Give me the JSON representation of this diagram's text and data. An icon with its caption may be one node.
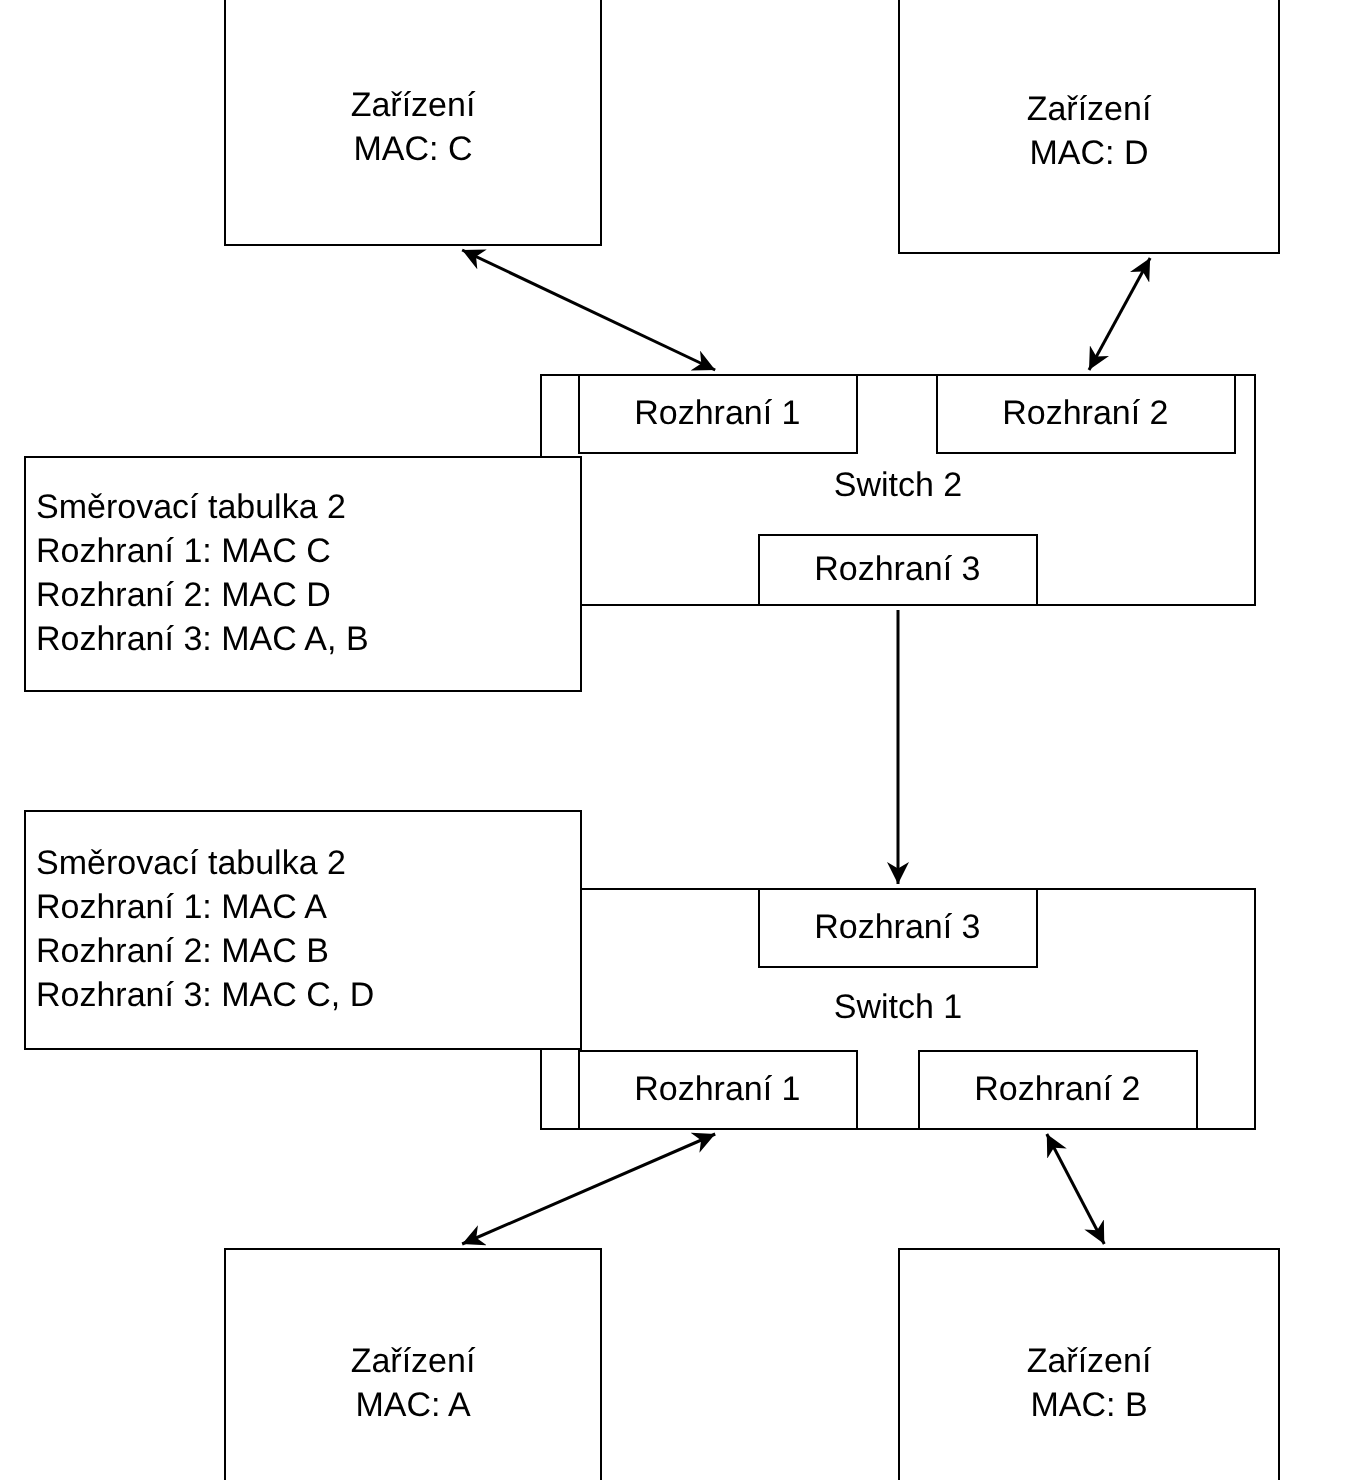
{
  "diagram": {
    "nodes": [
      {
        "text": [
          "Zařízení",
          "MAC: C"
        ]
      },
      {
        "text": [
          "Zařízení",
          "MAC: D"
        ]
      },
      {
        "text": [
          "Switch 2"
        ]
      },
      {
        "text": [
          "Rozhraní 1"
        ],
        "in": 2
      },
      {
        "text": [
          "Rozhraní 2"
        ],
        "in": 2
      },
      {
        "text": [
          "Rozhraní 3"
        ],
        "in": 2
      },
      {
        "text": [
          "Směrovací tabulka 2",
          "Rozhraní 1: MAC C",
          "Rozhraní 2: MAC D",
          "Rozhraní 3: MAC A, B"
        ]
      },
      {
        "text": [
          "Směrovací tabulka 2",
          "Rozhraní 1: MAC A",
          "Rozhraní 2: MAC B",
          "Rozhraní 3: MAC C, D"
        ]
      },
      {
        "text": [
          "Switch 1"
        ]
      },
      {
        "text": [
          "Rozhraní 3"
        ],
        "in": 8
      },
      {
        "text": [
          "Rozhraní 1"
        ],
        "in": 8
      },
      {
        "text": [
          "Rozhraní 2"
        ],
        "in": 8
      },
      {
        "text": [
          "Zařízení",
          "MAC: A"
        ]
      },
      {
        "text": [
          "Zařízení",
          "MAC: B"
        ]
      }
    ],
    "edges": [
      {
        "from": 0,
        "to": 3,
        "arrow": "both"
      },
      {
        "from": 1,
        "to": 4,
        "arrow": "both"
      },
      {
        "from": 5,
        "to": 9,
        "arrow": "to"
      },
      {
        "from": 10,
        "to": 12,
        "arrow": "both"
      },
      {
        "from": 11,
        "to": 13,
        "arrow": "both"
      }
    ]
  }
}
